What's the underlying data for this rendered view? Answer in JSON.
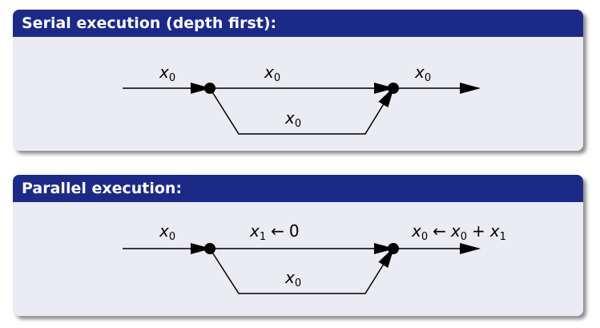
{
  "blocks": [
    {
      "title": "Serial execution (depth first):",
      "labels": {
        "in": {
          "base": "x",
          "sub": "0"
        },
        "top": {
          "base": "x",
          "sub": "0"
        },
        "bottom": {
          "base": "x",
          "sub": "0"
        },
        "out": {
          "base": "x",
          "sub": "0"
        }
      }
    },
    {
      "title": "Parallel execution:",
      "labels": {
        "in": {
          "base": "x",
          "sub": "0"
        },
        "top": {
          "base": "x",
          "sub": "1",
          "op": "←",
          "rhs": "0"
        },
        "bottom": {
          "base": "x",
          "sub": "0"
        },
        "out": {
          "base": "x",
          "sub": "0",
          "op": "←",
          "rhs_base": "x",
          "rhs_sub": "0",
          "plus": "+",
          "rhs2_base": "x",
          "rhs2_sub": "1"
        }
      }
    }
  ],
  "colors": {
    "title_bar": "#1b2a87",
    "title_text": "#ffffff",
    "panel": "#ebebf3",
    "ink": "#000000"
  }
}
